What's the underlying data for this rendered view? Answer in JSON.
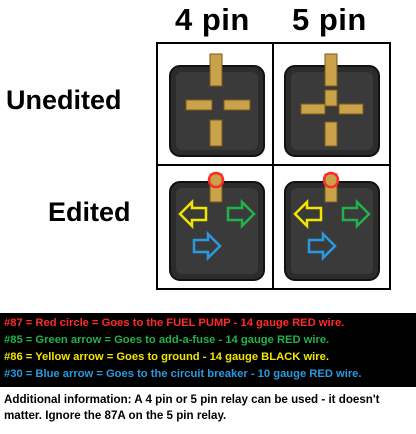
{
  "headers": {
    "col_4pin": "4 pin",
    "col_5pin": "5 pin",
    "row_unedited": "Unedited",
    "row_edited": "Edited"
  },
  "legend": {
    "line_87": "#87 = Red circle = Goes to the FUEL PUMP - 14 gauge RED wire.",
    "line_85": "#85 = Green arrow = Goes to add-a-fuse - 14 gauge RED wire.",
    "line_86": "#86 = Yellow arrow = Goes to ground - 14 gauge BLACK wire.",
    "line_30": "#30 = Blue arrow = Goes to the circuit breaker - 10 gauge RED wire."
  },
  "info": "Additional information: A 4 pin or 5 pin relay can be used - it doesn't matter. Ignore the 87A on the 5 pin relay.",
  "colors": {
    "red": "#ff2a2a",
    "green": "#22b24c",
    "yellow": "#f2e600",
    "blue": "#2a9ae0",
    "legend_bg": "#000000",
    "relay_body": "#2c2c2c"
  }
}
